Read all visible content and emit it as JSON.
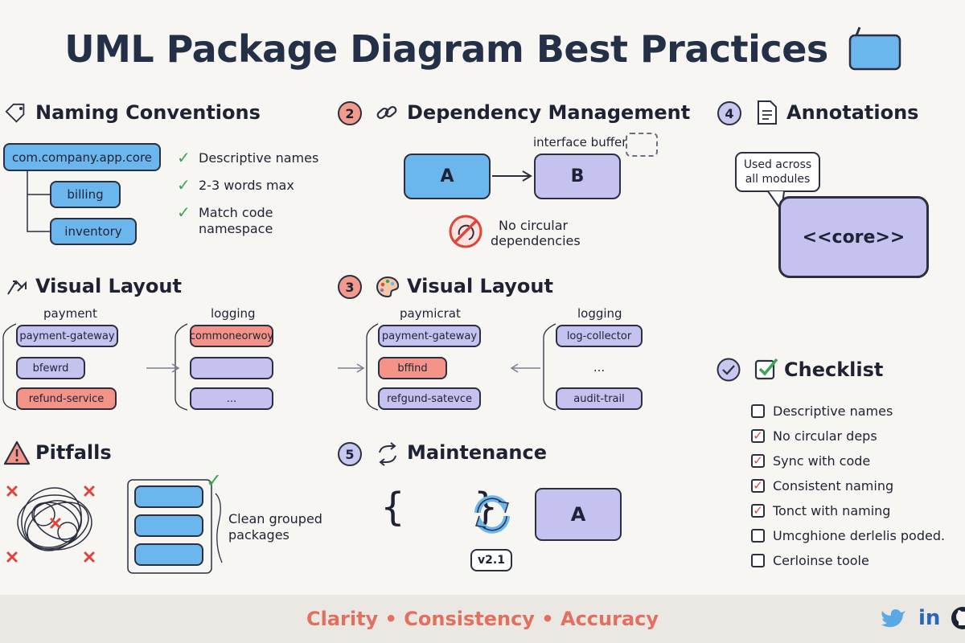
{
  "title": "UML Package Diagram Best Practices",
  "sections": {
    "naming": {
      "heading": "Naming Conventions",
      "root_package": "com.company.app.core",
      "sub_packages": [
        "billing",
        "inventory"
      ],
      "tips": [
        "Descriptive names",
        "2-3 words max",
        "Match code",
        "namespace"
      ]
    },
    "dependency": {
      "number": "2",
      "heading": "Dependency Management",
      "buffer_label": "interface buffer",
      "package_a": "A",
      "package_b": "B",
      "warning": [
        "No circular",
        "dependencies"
      ]
    },
    "annotations": {
      "number": "4",
      "heading": "Annotations",
      "callout": [
        "Used across",
        "all modules"
      ],
      "stereotype": "<<core>>"
    },
    "visual_layout_left": {
      "heading": "Visual Layout",
      "group1_label": "payment",
      "group1_items": [
        "payment-gateway",
        "bfewrd",
        "refund-service"
      ],
      "group2_label": "logging",
      "group2_items": [
        "commoneorwoy",
        "",
        "..."
      ]
    },
    "visual_layout_right": {
      "number": "3",
      "heading": "Visual Layout",
      "group1_label": "paymicrat",
      "group1_items": [
        "payment-gateway",
        "bffind",
        "refgund-satevce"
      ],
      "group2_label": "logging",
      "group2_items": [
        "log-collector",
        "...",
        "audit-trail"
      ]
    },
    "checklist": {
      "heading": "Checklist",
      "items": [
        {
          "label": "Descriptive names",
          "checked": false
        },
        {
          "label": "No circular deps",
          "checked": true
        },
        {
          "label": "Sync with code",
          "checked": true
        },
        {
          "label": "Consistent naming",
          "checked": true
        },
        {
          "label": "Tonct with naming",
          "checked": true
        },
        {
          "label": "Umcghione derlelis poded.",
          "checked": false
        },
        {
          "label": "Cerloinse toole",
          "checked": false
        }
      ]
    },
    "pitfalls": {
      "heading": "Pitfalls",
      "clean_label": [
        "Clean grouped",
        "packages"
      ]
    },
    "maintenance": {
      "number": "5",
      "heading": "Maintenance",
      "braces": "{   }",
      "version": "v2.1",
      "package": "A"
    }
  },
  "footer": {
    "tagline": "Clarity • Consistency • Accuracy",
    "social_icons": [
      "twitter-icon",
      "linkedin-icon",
      "github-icon"
    ]
  },
  "colors": {
    "blue": "#6cb6ee",
    "lavender": "#c5c2f0",
    "coral": "#f49488",
    "green_check": "#3aa556",
    "footer_text": "#e36f5e"
  }
}
